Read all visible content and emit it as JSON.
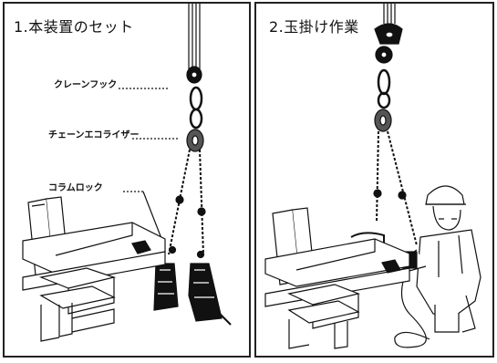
{
  "panels": [
    {
      "title": "1.本装置のセット",
      "labels": {
        "crane_hook": "クレーンフック",
        "chain_equalizer": "チェーンエコライザー",
        "column_lock": "コラムロック"
      }
    },
    {
      "title": "2.玉掛け作業"
    }
  ],
  "colors": {
    "ink": "#111111",
    "paper": "#ffffff"
  }
}
